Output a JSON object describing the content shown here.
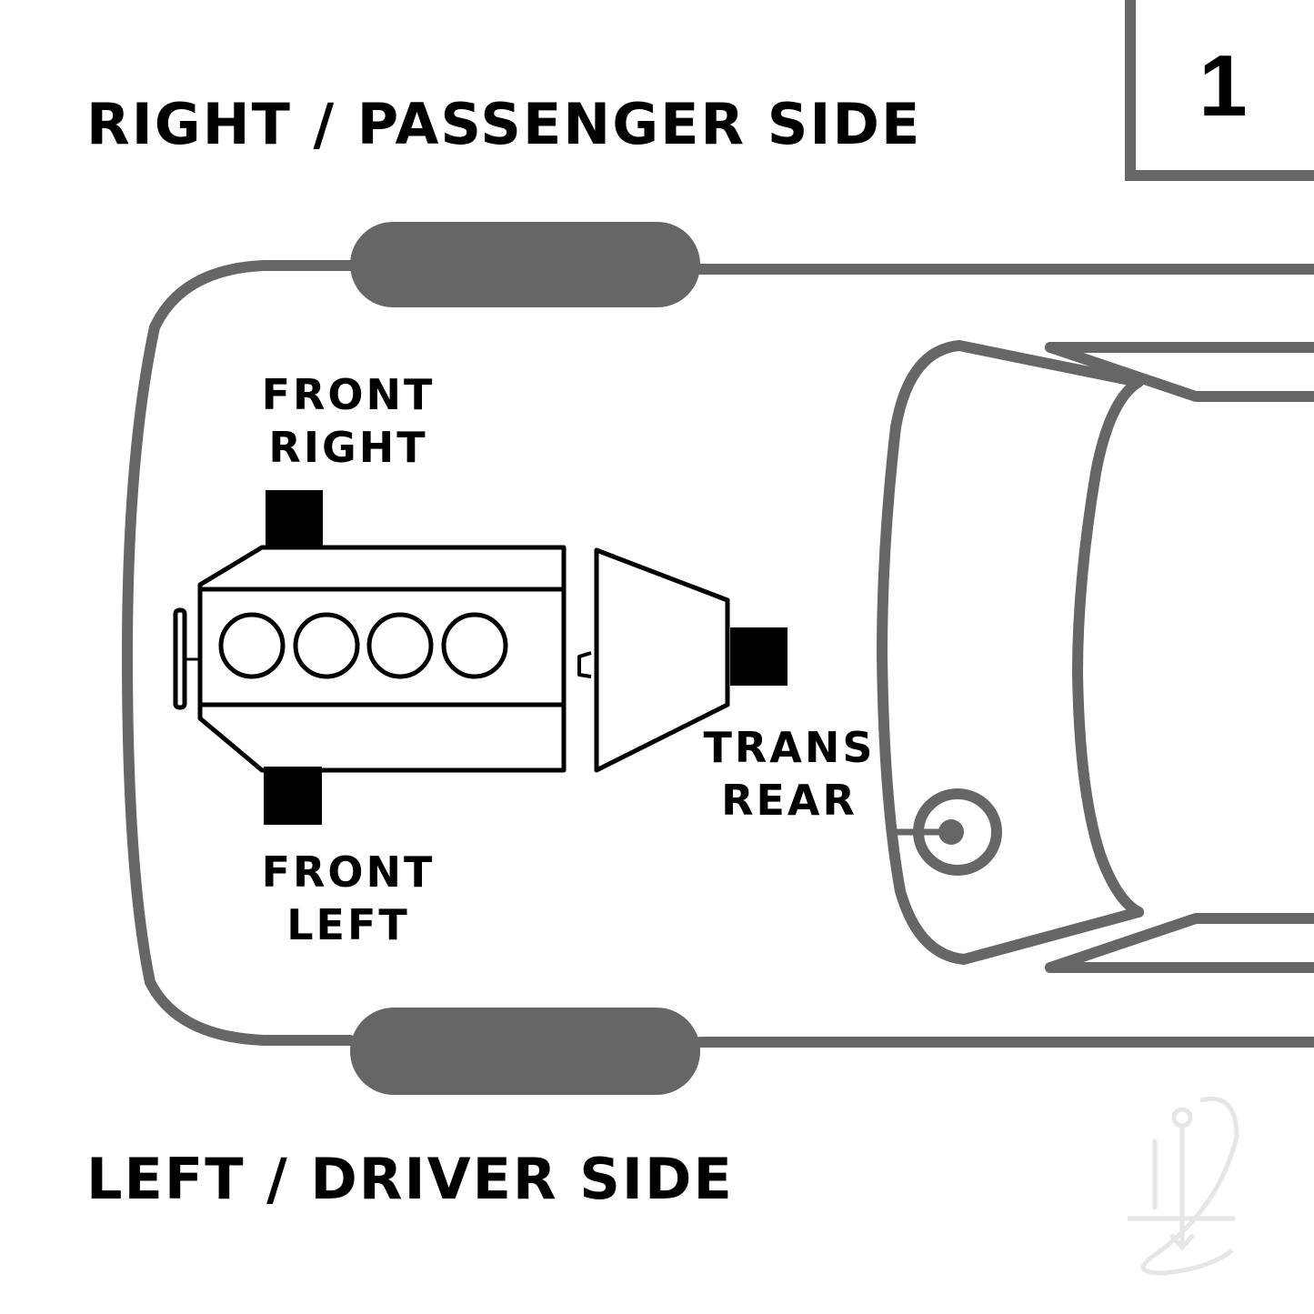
{
  "diagram_number": "1",
  "labels": {
    "top_side": "RIGHT / PASSENGER SIDE",
    "bottom_side": "LEFT / DRIVER SIDE"
  },
  "mounts": [
    {
      "id": "front-right",
      "line1": "FRONT",
      "line2": "RIGHT"
    },
    {
      "id": "front-left",
      "line1": "FRONT",
      "line2": "LEFT"
    },
    {
      "id": "trans-rear",
      "line1": "TRANS",
      "line2": "REAR"
    }
  ],
  "components": {
    "engine_cylinders": 4,
    "view": "top-down vehicle outline with engine and transmission mount locations"
  },
  "colors": {
    "body_outline": "#666666",
    "mount_fill": "#000000",
    "engine_stroke": "#000000",
    "watermark": "#e8e8e8"
  }
}
